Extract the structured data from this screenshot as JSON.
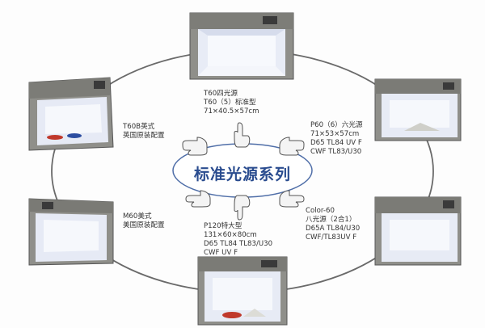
{
  "center": {
    "title": "标准光源系列"
  },
  "cabinets": [
    {
      "id": "t60",
      "lines": [
        "T60四光源",
        "T60（5）标准型",
        "71×40.5×57cm"
      ]
    },
    {
      "id": "p60",
      "lines": [
        "P60（6）六光源",
        "71×53×57cm",
        "D65 TL84 UV F",
        "CWF TL83/U30"
      ]
    },
    {
      "id": "color60",
      "lines": [
        "Color-60",
        "八光源（2合1）",
        "D65A TL84/U30",
        "CWF/TL83UV F"
      ]
    },
    {
      "id": "p120",
      "lines": [
        "P120特大型",
        "131×60×80cm",
        "D65 TL84 TL83/U30",
        "CWF UV F"
      ]
    },
    {
      "id": "m60",
      "lines": [
        "M60美式",
        "美国原装配置"
      ]
    },
    {
      "id": "t60b",
      "lines": [
        "T60B英式",
        "英国原装配置"
      ]
    }
  ],
  "icons": [
    "pointing-hand-icon"
  ],
  "colors": {
    "title": "#2a4c8f",
    "cabinet_body": "#8a8a86",
    "interior": "#eef0f8"
  }
}
